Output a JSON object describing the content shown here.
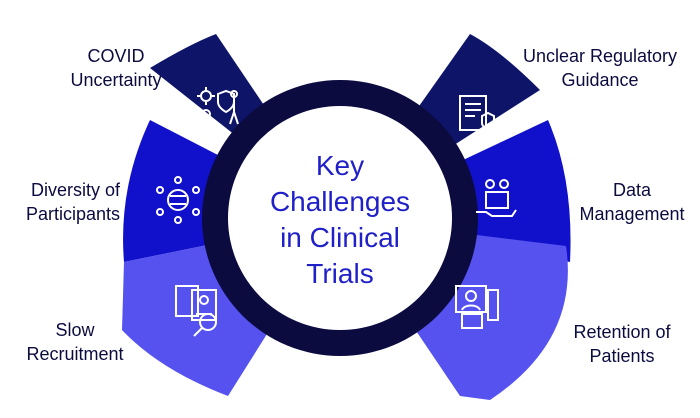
{
  "title_lines": [
    "Key",
    "Challenges",
    "in Clinical",
    "Trials"
  ],
  "segments": [
    {
      "id": "covid",
      "lines": [
        "COVID",
        "Uncertainty"
      ],
      "icon": "virus-shield-person-icon",
      "color": "#0e1468"
    },
    {
      "id": "diversity",
      "lines": [
        "Diversity of",
        "Participants"
      ],
      "icon": "diverse-people-globe-icon",
      "color": "#1111cc"
    },
    {
      "id": "recruitment",
      "lines": [
        "Slow",
        "Recruitment"
      ],
      "icon": "profile-search-icon",
      "color": "#5552f0"
    },
    {
      "id": "regulatory",
      "lines": [
        "Unclear Regulatory",
        "Guidance"
      ],
      "icon": "document-shield-icon",
      "color": "#0e1468"
    },
    {
      "id": "data",
      "lines": [
        "Data",
        "Management"
      ],
      "icon": "hand-gears-box-icon",
      "color": "#1111cc"
    },
    {
      "id": "retention",
      "lines": [
        "Retention of",
        "Patients"
      ],
      "icon": "patient-record-icon",
      "color": "#5552f0"
    }
  ],
  "colors": {
    "ring": "#0b0b40",
    "title": "#2020c8",
    "text": "#0b0b40"
  }
}
